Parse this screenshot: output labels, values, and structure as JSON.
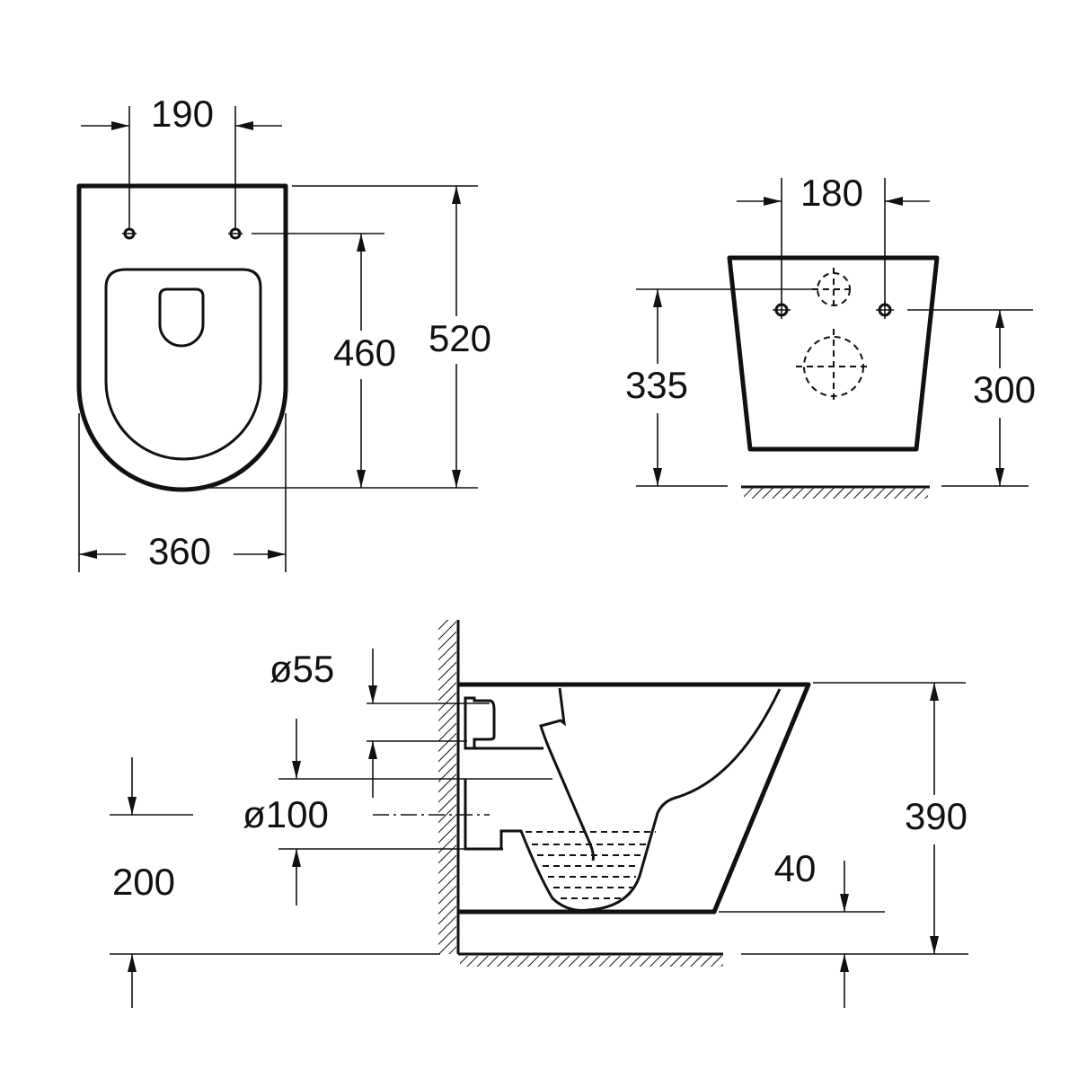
{
  "top_view": {
    "bolt_spacing": "190",
    "total_length": "520",
    "bolt_to_front": "460",
    "width": "360"
  },
  "rear_view": {
    "bolt_spacing": "180",
    "inlet_height": "335",
    "bolt_height": "300"
  },
  "side_view": {
    "inlet_diameter": "ø55",
    "outlet_diameter": "ø100",
    "outlet_height": "200",
    "total_height": "390",
    "base_offset": "40"
  },
  "colors": {
    "line": "#111111",
    "background": "#ffffff"
  }
}
